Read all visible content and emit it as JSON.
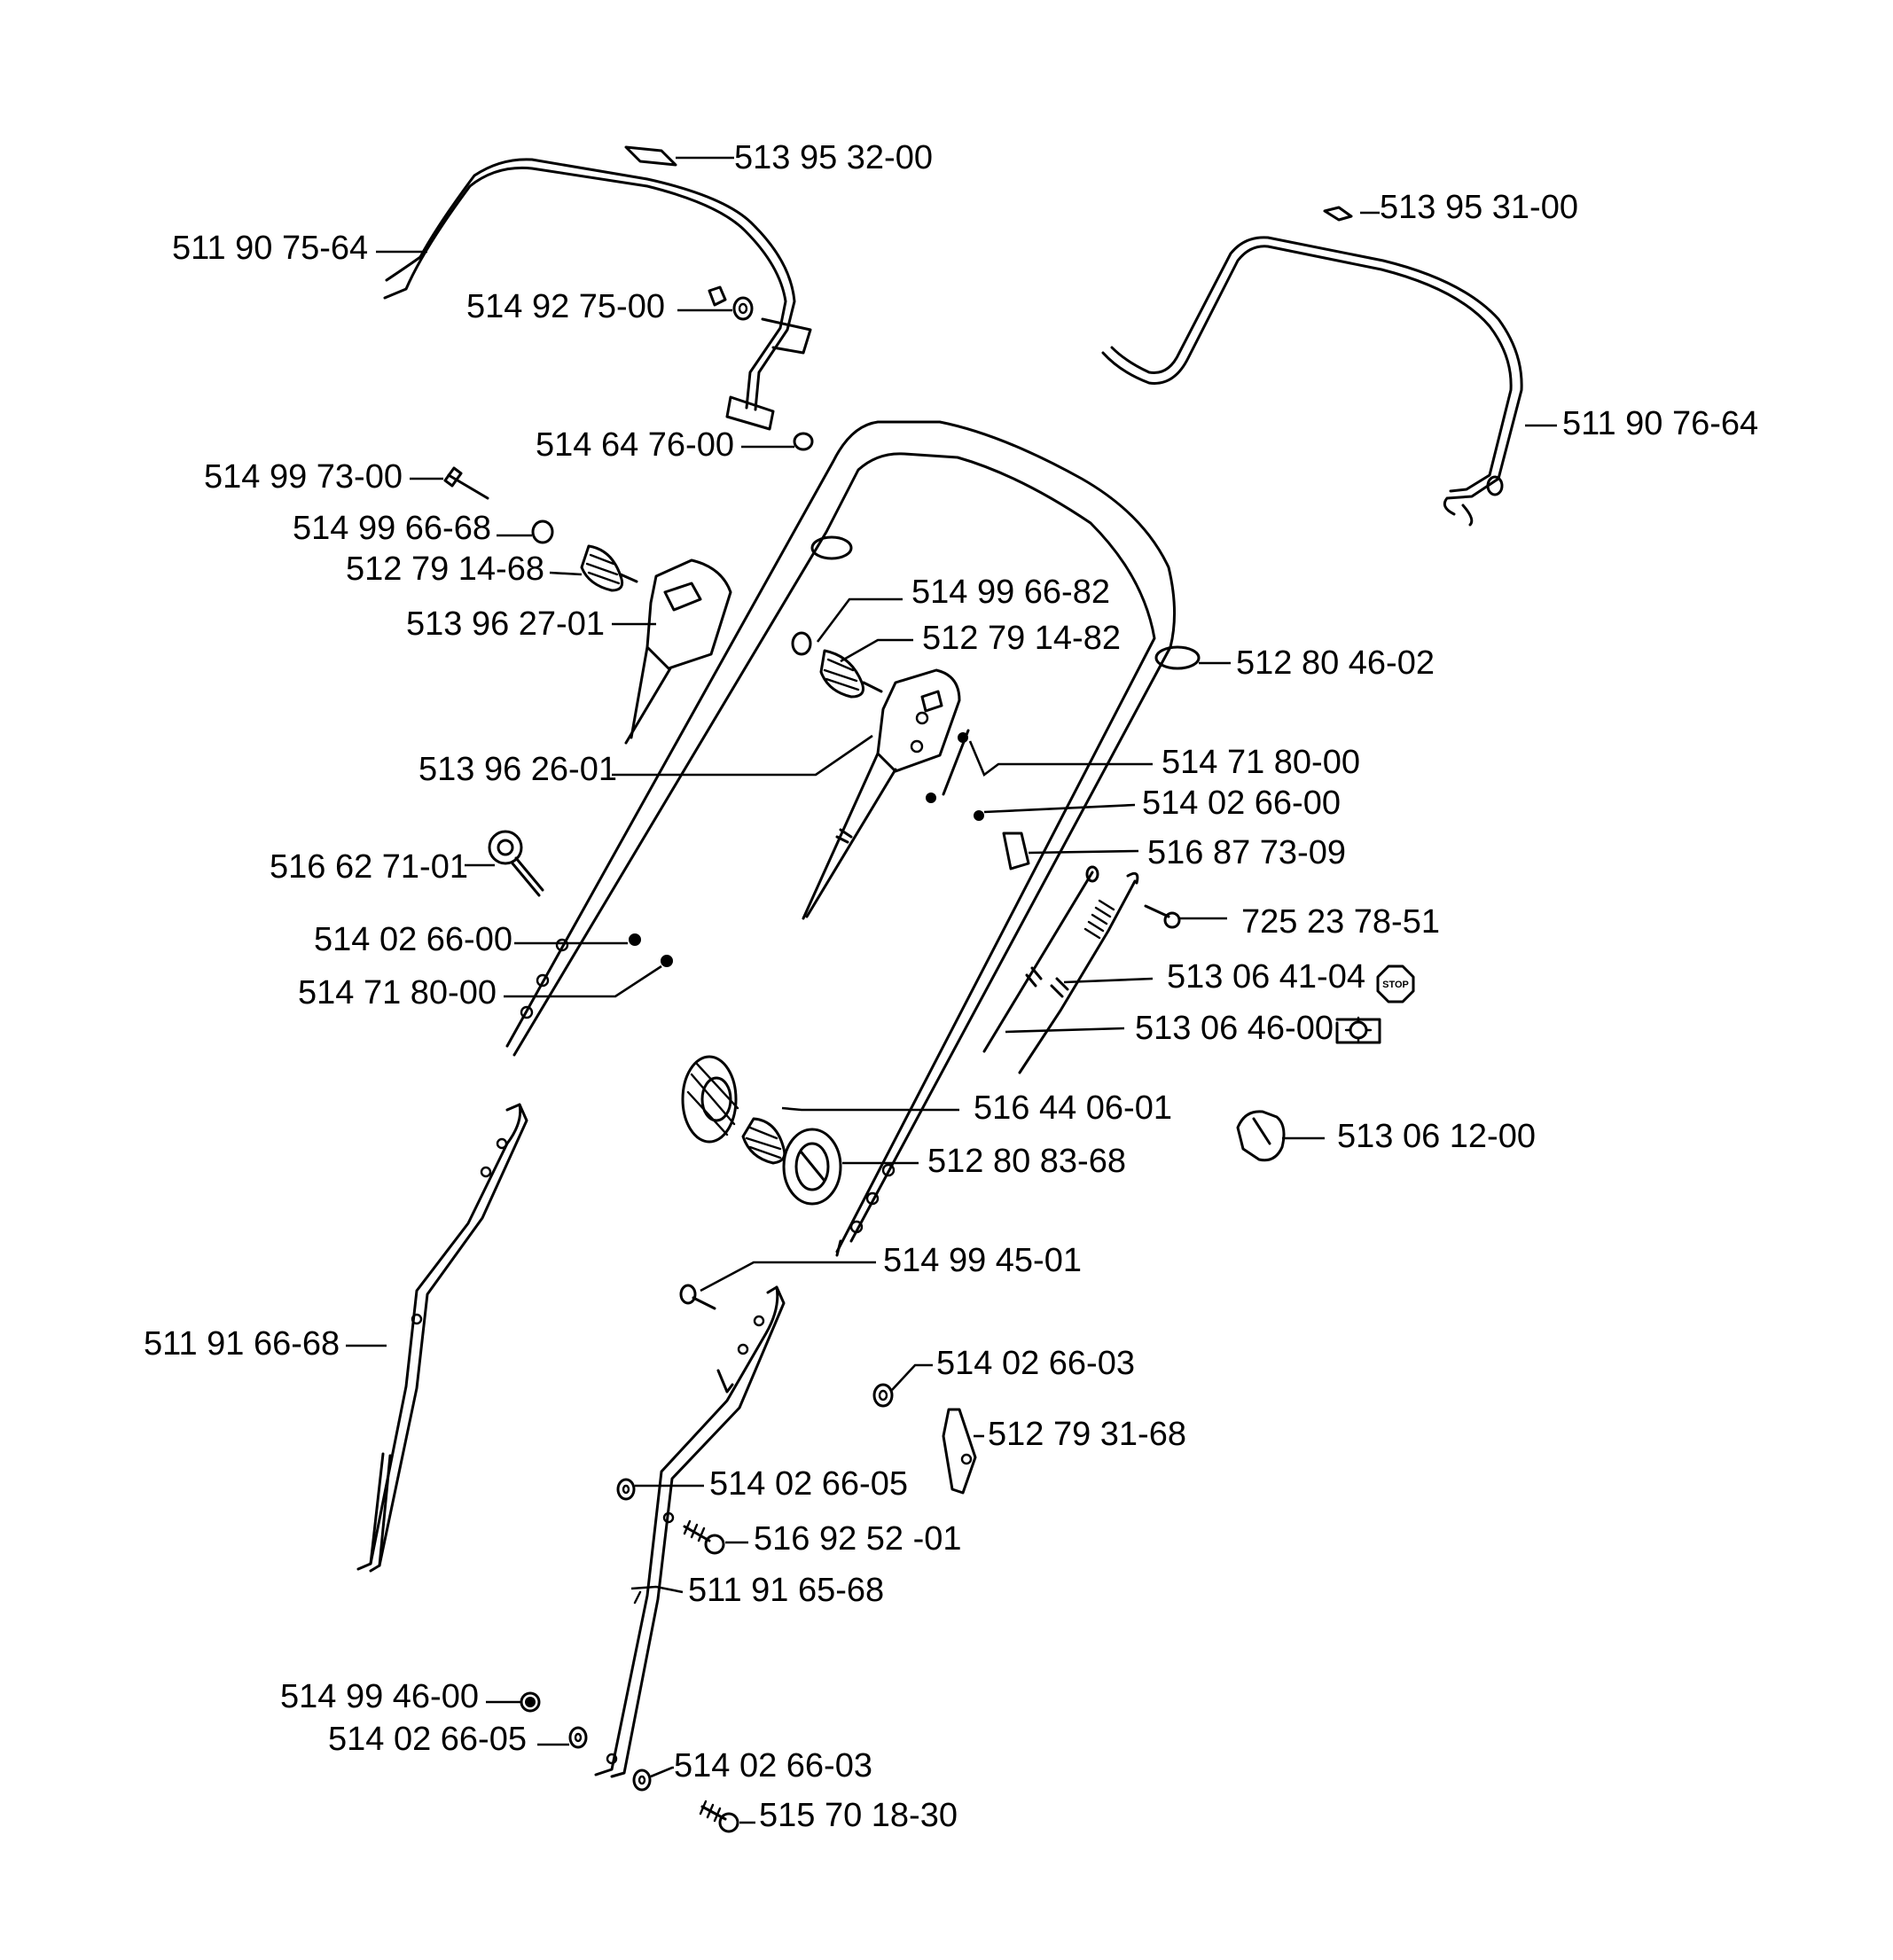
{
  "parts": [
    {
      "id": "p01",
      "number": "513 95 32-00"
    },
    {
      "id": "p02",
      "number": "511 90 75-64"
    },
    {
      "id": "p03",
      "number": "514 92 75-00"
    },
    {
      "id": "p04",
      "number": "514 64 76-00"
    },
    {
      "id": "p05",
      "number": "513 95 31-00"
    },
    {
      "id": "p06",
      "number": "511 90 76-64"
    },
    {
      "id": "p07",
      "number": "514 99 73-00"
    },
    {
      "id": "p08",
      "number": "514 99 66-68"
    },
    {
      "id": "p09",
      "number": "512 79 14-68"
    },
    {
      "id": "p10",
      "number": "513 96 27-01"
    },
    {
      "id": "p11",
      "number": "514 99 66-82"
    },
    {
      "id": "p12",
      "number": "512 79 14-82"
    },
    {
      "id": "p13",
      "number": "512 80 46-02"
    },
    {
      "id": "p14",
      "number": "513 96 26-01"
    },
    {
      "id": "p15",
      "number": "514 71 80-00"
    },
    {
      "id": "p16",
      "number": "514 02 66-00"
    },
    {
      "id": "p17",
      "number": "516 87 73-09"
    },
    {
      "id": "p18",
      "number": "516 62 71-01"
    },
    {
      "id": "p19",
      "number": "725 23 78-51"
    },
    {
      "id": "p20",
      "number": "514 02 66-00"
    },
    {
      "id": "p21",
      "number": "514 71 80-00"
    },
    {
      "id": "p22",
      "number": "513 06 41-04"
    },
    {
      "id": "p23",
      "number": "513 06 46-00"
    },
    {
      "id": "p24",
      "number": "516 44 06-01"
    },
    {
      "id": "p25",
      "number": "513 06 12-00"
    },
    {
      "id": "p26",
      "number": "512 80 83-68"
    },
    {
      "id": "p27",
      "number": "514 99 45-01"
    },
    {
      "id": "p28",
      "number": "511 91 66-68"
    },
    {
      "id": "p29",
      "number": "514 02 66-03"
    },
    {
      "id": "p30",
      "number": "512 79 31-68"
    },
    {
      "id": "p31",
      "number": "514 02 66-05"
    },
    {
      "id": "p32",
      "number": "516 92 52 -01"
    },
    {
      "id": "p33",
      "number": "511 91 65-68"
    },
    {
      "id": "p34",
      "number": "514 99 46-00"
    },
    {
      "id": "p35",
      "number": "514 02 66-05"
    },
    {
      "id": "p36",
      "number": "514 02 66-03"
    },
    {
      "id": "p37",
      "number": "515 70 18-30"
    }
  ],
  "symbols": {
    "stop_badge": "STOP"
  }
}
